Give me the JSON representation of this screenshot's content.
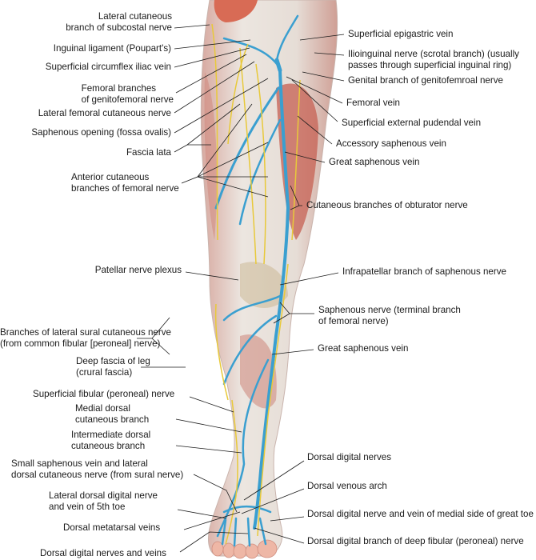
{
  "title": "Superficial veins and nerves of the lower limb, anterior view",
  "labels_left": [
    {
      "id": "lateral-cutaneous-subcostal",
      "lines": [
        "Lateral cutaneous",
        "branch of subcostal nerve"
      ]
    },
    {
      "id": "inguinal-ligament",
      "lines": [
        "Inguinal ligament (Poupart's)"
      ]
    },
    {
      "id": "superficial-circumflex-iliac-vein",
      "lines": [
        "Superficial circumflex iliac vein"
      ]
    },
    {
      "id": "femoral-branches-genitofemoral",
      "lines": [
        "Femoral branches",
        "of genitofemoral nerve"
      ]
    },
    {
      "id": "lateral-femoral-cutaneous-nerve",
      "lines": [
        "Lateral femoral cutaneous nerve"
      ]
    },
    {
      "id": "saphenous-opening",
      "lines": [
        "Saphenous opening (fossa ovalis)"
      ]
    },
    {
      "id": "fascia-lata",
      "lines": [
        "Fascia lata"
      ]
    },
    {
      "id": "anterior-cutaneous-femoral",
      "lines": [
        "Anterior cutaneous",
        "branches of femoral nerve"
      ]
    },
    {
      "id": "patellar-nerve-plexus",
      "lines": [
        "Patellar nerve plexus"
      ]
    },
    {
      "id": "lateral-sural-cutaneous",
      "lines": [
        "Branches of lateral sural cutaneous nerve",
        "(from common fibular [peroneal] nerve)"
      ]
    },
    {
      "id": "deep-fascia-leg",
      "lines": [
        "Deep fascia of leg",
        "(crural fascia)"
      ]
    },
    {
      "id": "superficial-fibular-nerve",
      "lines": [
        "Superficial fibular (peroneal) nerve"
      ]
    },
    {
      "id": "medial-dorsal-cutaneous",
      "lines": [
        "Medial dorsal",
        "cutaneous branch"
      ]
    },
    {
      "id": "intermediate-dorsal-cutaneous",
      "lines": [
        "Intermediate dorsal",
        "cutaneous branch"
      ]
    },
    {
      "id": "small-saphenous-vein",
      "lines": [
        "Small saphenous vein and lateral",
        "dorsal cutaneous nerve (from sural nerve)"
      ]
    },
    {
      "id": "lateral-dorsal-digital-5th",
      "lines": [
        "Lateral dorsal digital nerve",
        "and vein of 5th toe"
      ]
    },
    {
      "id": "dorsal-metatarsal-veins",
      "lines": [
        "Dorsal metatarsal veins"
      ]
    },
    {
      "id": "dorsal-digital-nerves-veins",
      "lines": [
        "Dorsal digital nerves and veins"
      ]
    }
  ],
  "labels_right": [
    {
      "id": "superficial-epigastric-vein",
      "lines": [
        "Superficial epigastric vein"
      ]
    },
    {
      "id": "ilioinguinal-nerve",
      "lines": [
        "Ilioinguinal nerve (scrotal branch) (usually",
        "passes through superficial inguinal ring)"
      ]
    },
    {
      "id": "genital-branch-genitofemoral",
      "lines": [
        "Genital branch of genitofemroal nerve"
      ]
    },
    {
      "id": "femoral-vein",
      "lines": [
        "Femoral vein"
      ]
    },
    {
      "id": "superficial-external-pudendal-vein",
      "lines": [
        "Superficial external pudendal vein"
      ]
    },
    {
      "id": "accessory-saphenous-vein",
      "lines": [
        "Accessory saphenous vein"
      ]
    },
    {
      "id": "great-saphenous-vein-thigh",
      "lines": [
        "Great saphenous vein"
      ]
    },
    {
      "id": "cutaneous-obturator",
      "lines": [
        "Cutaneous branches of obturator nerve"
      ]
    },
    {
      "id": "infrapatellar-branch",
      "lines": [
        "Infrapatellar branch of saphenous nerve"
      ]
    },
    {
      "id": "saphenous-nerve",
      "lines": [
        "Saphenous nerve (terminal branch",
        "of femoral nerve)"
      ]
    },
    {
      "id": "great-saphenous-vein-leg",
      "lines": [
        "Great saphenous vein"
      ]
    },
    {
      "id": "dorsal-digital-nerves",
      "lines": [
        "Dorsal digital nerves"
      ]
    },
    {
      "id": "dorsal-venous-arch",
      "lines": [
        "Dorsal venous arch"
      ]
    },
    {
      "id": "dorsal-digital-great-toe",
      "lines": [
        "Dorsal digital nerve and vein of medial side of great toe"
      ]
    },
    {
      "id": "dorsal-digital-deep-fibular",
      "lines": [
        "Dorsal digital branch of deep fibular (peroneal) nerve"
      ]
    }
  ],
  "colors": {
    "vein": "#3a9fd0",
    "nerve": "#e8c93a",
    "skin": "#e9e3dc",
    "muscle": "#c96a5e",
    "leader": "#1a1a1a"
  }
}
